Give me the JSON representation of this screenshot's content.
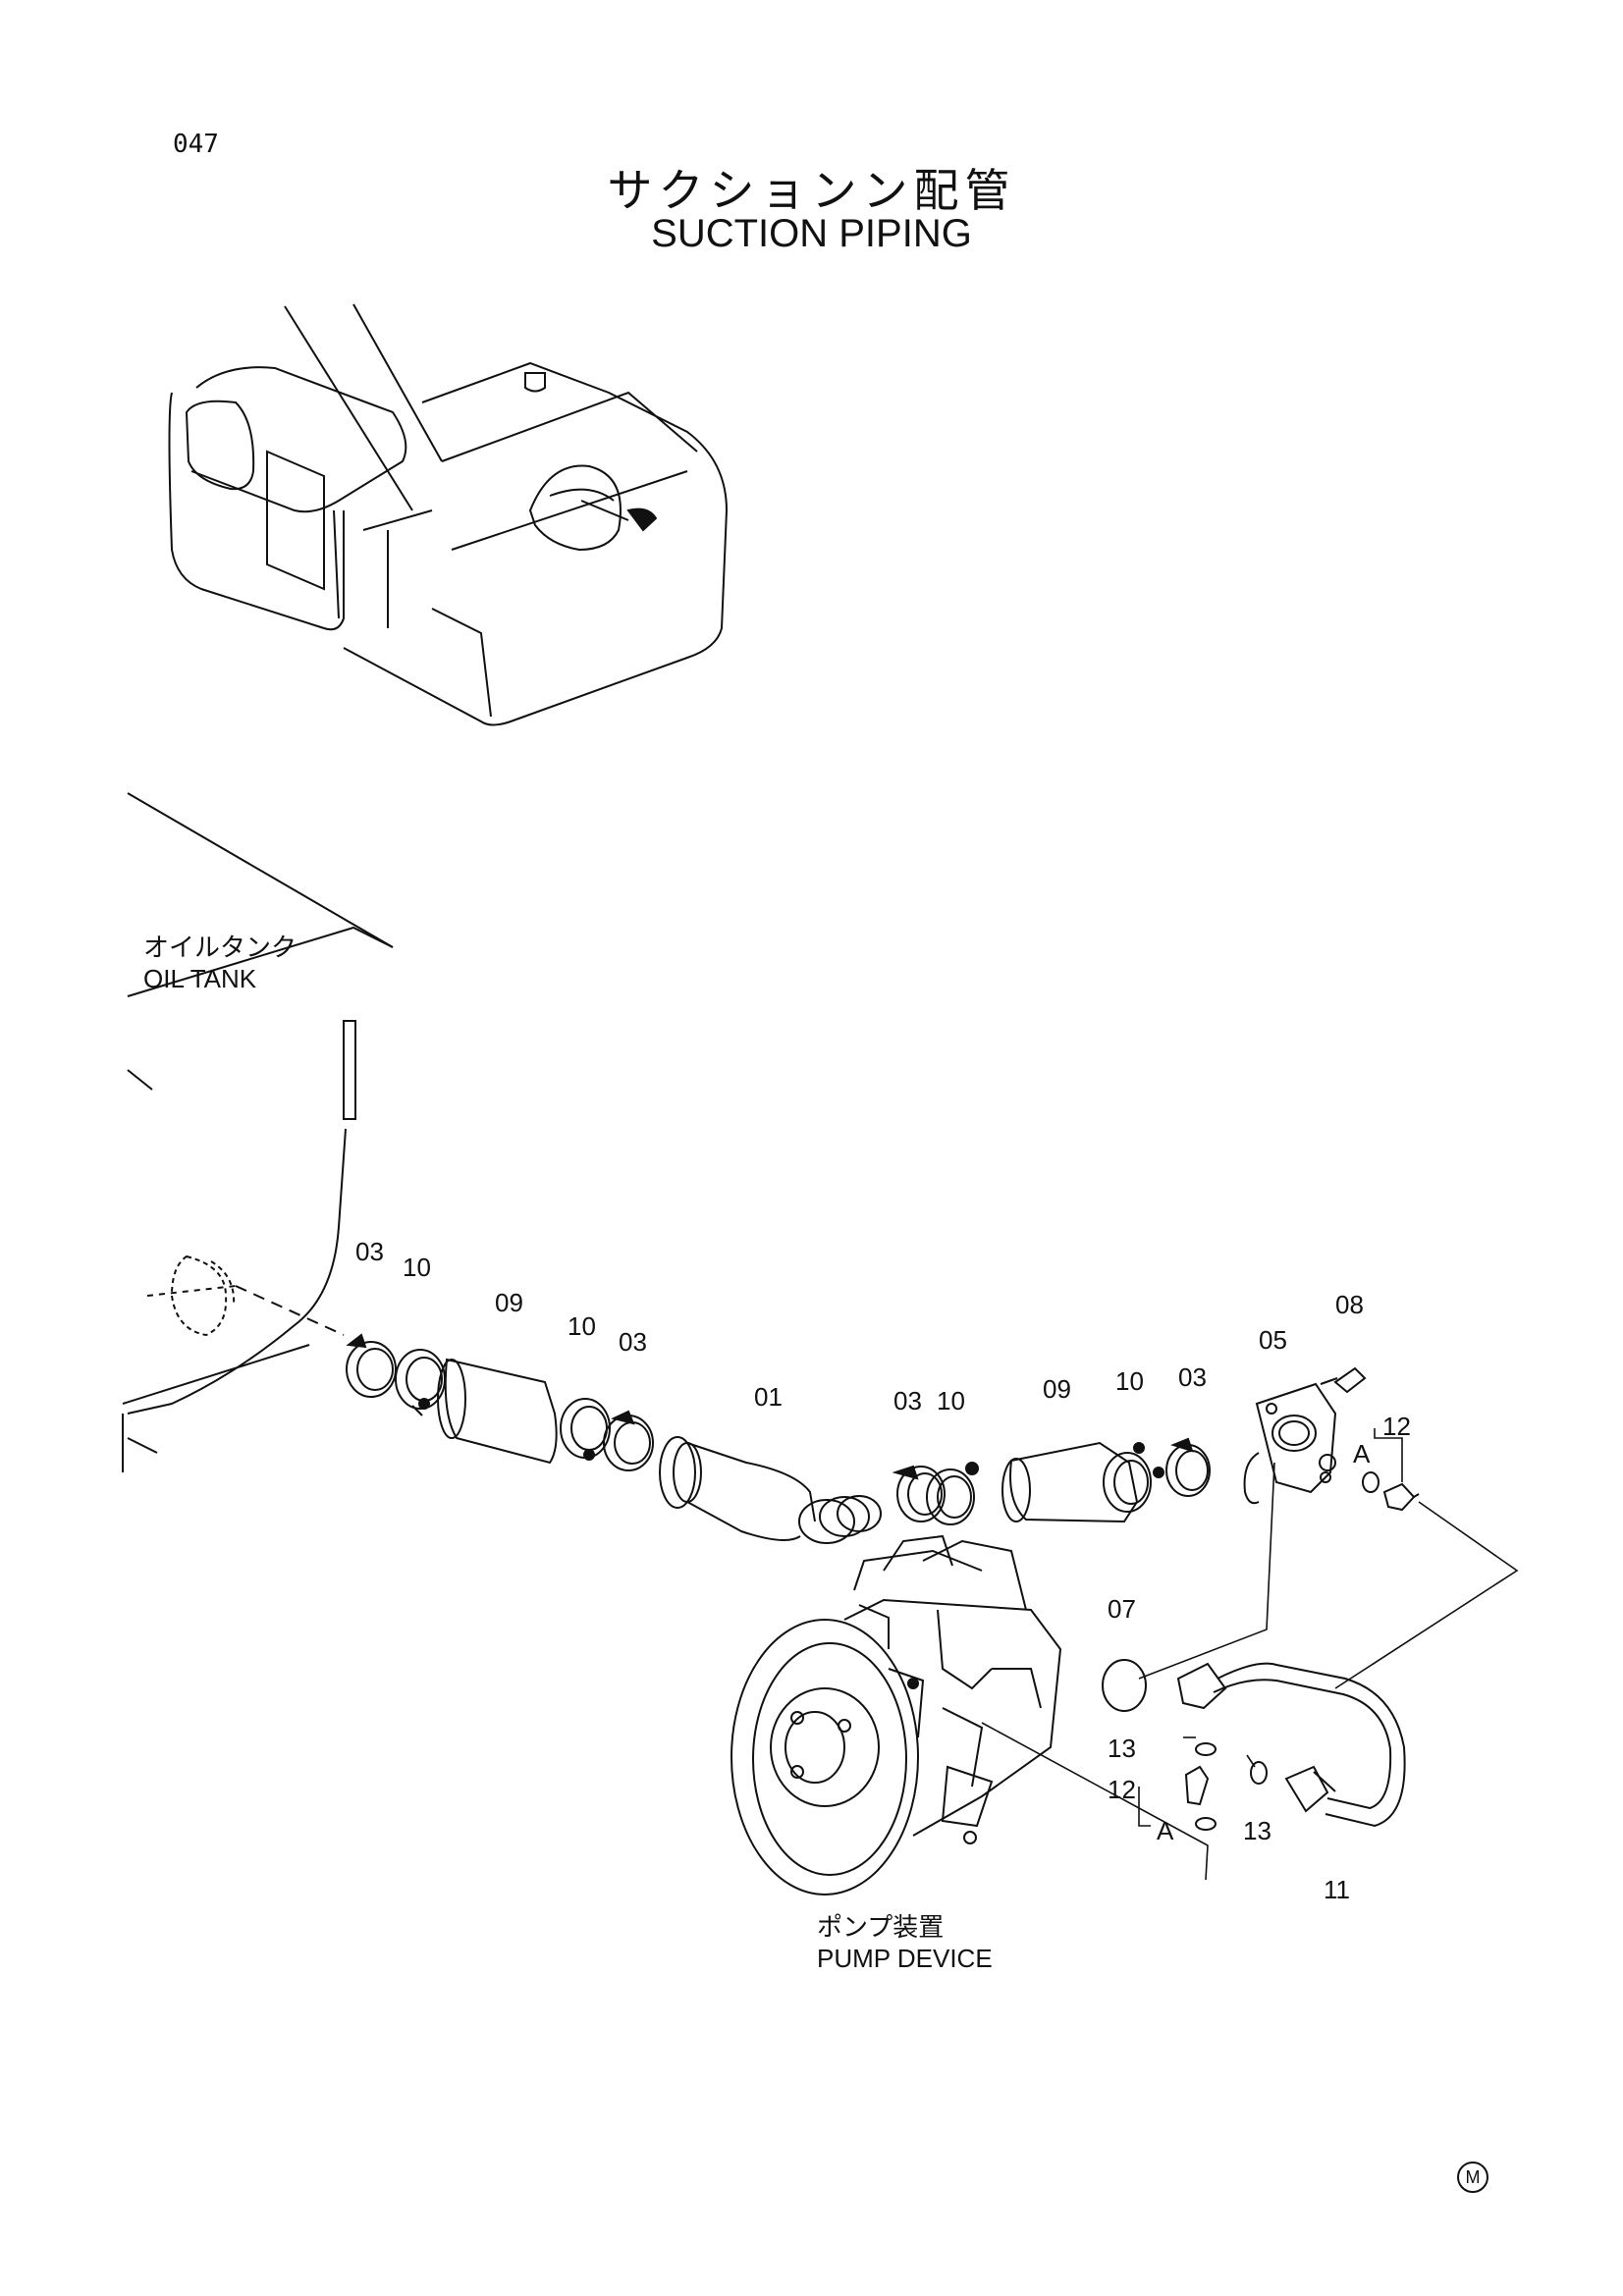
{
  "page_number": "047",
  "title_jp": "サクションン配管",
  "title_en": "SUCTION PIPING",
  "labels": {
    "oil_tank_jp": "オイルタンク",
    "oil_tank_en": "OIL TANK",
    "pump_jp": "ポンプ装置",
    "pump_en": "PUMP DEVICE"
  },
  "callouts": {
    "c03a": "03",
    "c10a": "10",
    "c09a": "09",
    "c10b": "10",
    "c03b": "03",
    "c01": "01",
    "c03c": "03",
    "c10c": "10",
    "c09b": "09",
    "c10d": "10",
    "c03d": "03",
    "c05": "05",
    "c08": "08",
    "c12a": "12",
    "cA1": "A",
    "c07": "07",
    "c13a": "13",
    "c12b": "12",
    "cA2": "A",
    "c13b": "13",
    "c11": "11"
  },
  "corner_mark": "M"
}
